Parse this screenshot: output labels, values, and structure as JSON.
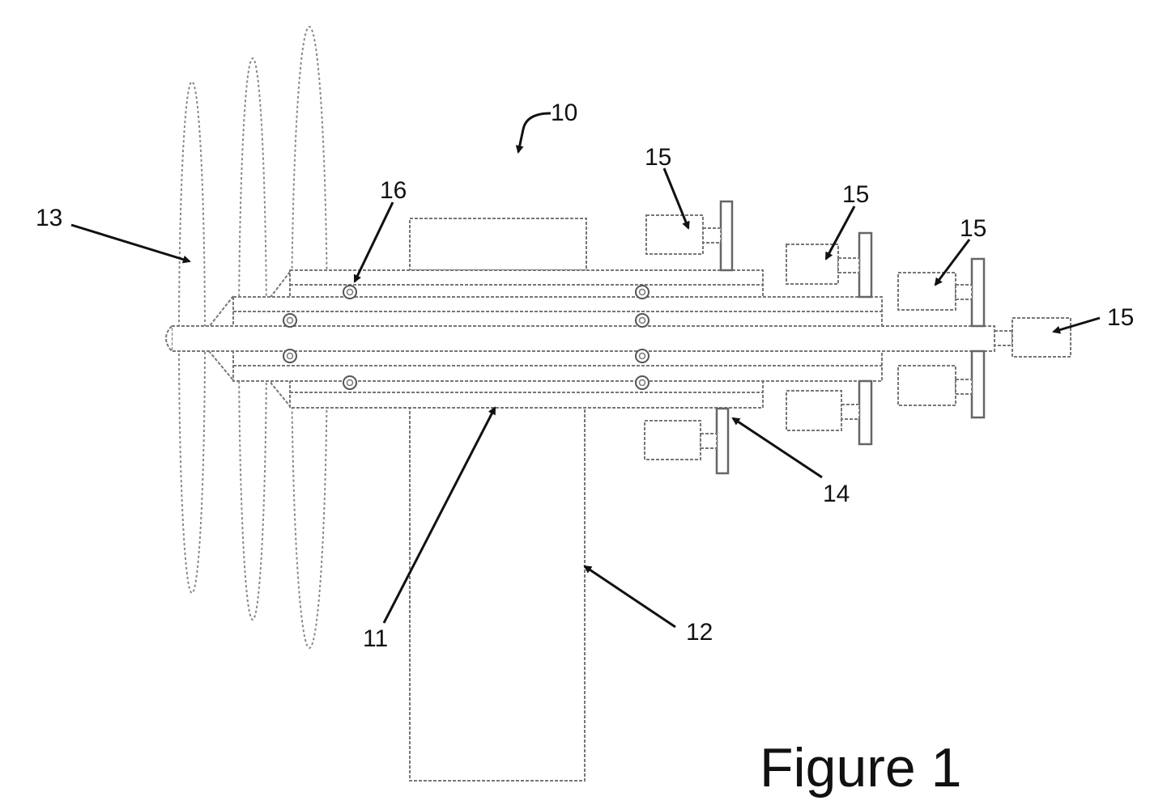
{
  "figure": {
    "caption": "Figure 1",
    "labels": {
      "assembly": "10",
      "shaft": "11",
      "tower": "12",
      "rotor": "13",
      "gear": "14",
      "generator": "15",
      "bearing": "16"
    }
  },
  "colors": {
    "line": "#777777",
    "leader": "#111111",
    "text": "#111111",
    "background": "#ffffff"
  }
}
